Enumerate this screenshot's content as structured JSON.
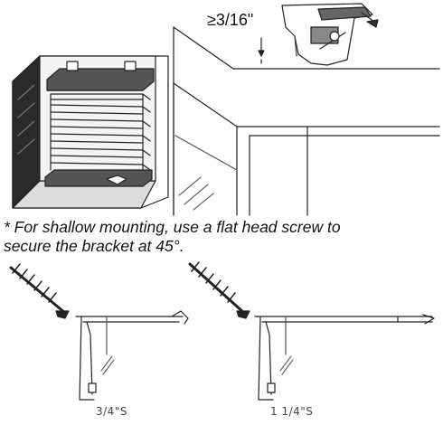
{
  "labels": {
    "gap": "≥3/16\"",
    "note_line1": "* For shallow mounting, use a flat head screw to",
    "note_line2": "secure the bracket at 45°.",
    "depth_left": "3/4\"S",
    "depth_right": "1 1/4\"S"
  },
  "icons": {
    "window_blind": "inside-mounted-pleated-shade-icon",
    "bracket_gap": "mounting-bracket-clearance-icon",
    "screw": "flat-head-screw-icon"
  },
  "colors": {
    "line": "#222222",
    "background": "#ffffff"
  }
}
